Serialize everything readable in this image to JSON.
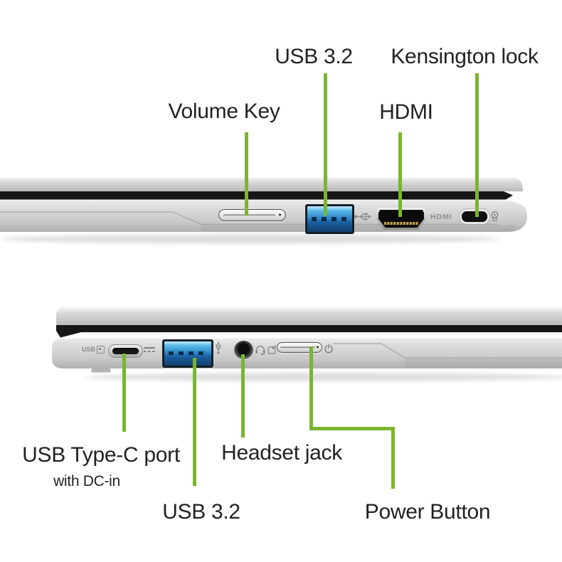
{
  "colors": {
    "background": "#ffffff",
    "callout_green": "#7ab52f",
    "label_text": "#222222",
    "usb_port_blue": "#2e86c6",
    "chassis_silver": "#cccccc"
  },
  "top_view": {
    "labels": {
      "usb": "USB 3.2",
      "kensington": "Kensington lock",
      "volume": "Volume Key",
      "hdmi": "HDMI"
    },
    "molded_hdmi_logo": "HDMI",
    "icons": [
      "usb-trident-icon",
      "kensington-lock-icon"
    ]
  },
  "bottom_view": {
    "labels": {
      "usbc_title": "USB Type-C port",
      "usbc_subtitle": "with DC-in",
      "usb": "USB 3.2",
      "headset": "Headset jack",
      "power": "Power Button"
    },
    "usb_logo_text": "USB",
    "icons": [
      "usb-logo-icon",
      "dc-in-icon",
      "usb-trident-icon",
      "headset-icon",
      "audio-combo-icon",
      "power-icon"
    ]
  }
}
